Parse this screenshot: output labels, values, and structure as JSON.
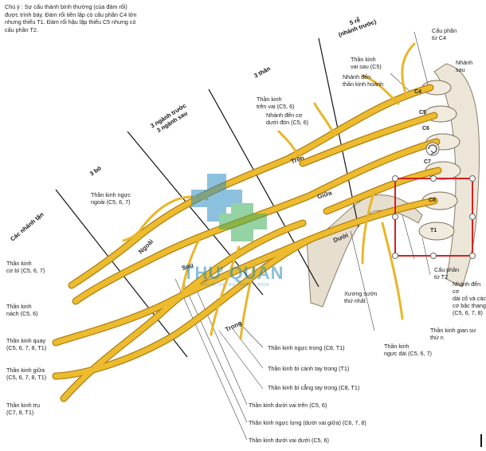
{
  "note": "Chú ý : Sự cấu thành bình thường (của đám rối) được trình bày. Đám rối tiền lập có cấu phần C4 lớn nhưng thiếu T1. Đám rối hậu lập thiếu C5 nhưng có cấu phần T2.",
  "sections": {
    "cac_nhanh_tan": "Các nhánh tận",
    "ba_bo": "3 bó",
    "nganh": "3 ngành trước\n3 ngành sau",
    "ba_than": "3 thân",
    "nam_re": "5 rễ\n(nhánh trước)"
  },
  "vertebrae": [
    "C4",
    "C5",
    "C6",
    "C7",
    "C8",
    "T1"
  ],
  "trunks": {
    "tren": "Trên",
    "giua": "Giữa",
    "duoi": "Dưới"
  },
  "cords": {
    "ngoai": "Ngoài",
    "sau": "Sau",
    "trong": "Trong"
  },
  "labels": {
    "cau_phan_c4": "Cấu phần\ntừ C4",
    "nhanh_sau": "Nhánh\nsau",
    "vai_sau": "Thần kinh\nvai sau (C5)",
    "nhanh_hoanh": "Nhánh đến\nthần kinh hoành",
    "tren_vai": "Thần kinh\ntrên vai (C5, 6)",
    "duoi_don": "Nhánh đến cơ\ndưới đòn (C5, 6)",
    "nguc_ngoai": "Thần kinh ngực\nngoài (C5, 6, 7)",
    "co_bi": "Thần kinh\ncơ bì (C5, 6, 7)",
    "nach": "Thần kinh\nnách (C5, 6)",
    "quay": "Thần kinh quay\n(C5, 6, 7, 8, T1)",
    "giua": "Thần kinh giữa\n(C5, 6, 7, 8, T1)",
    "tru": "Thần kinh trụ\n(C7, 8, T1)",
    "xuong_suon": "Xương sườn\nthứ nhất",
    "cau_phan_t2": "Cấu phần\ntừ T2",
    "nhanh_co_dai": "Nhánh đến cơ\ndài cổ và các\ncơ bậc thang\n(C5, 6, 7, 8)",
    "gian_suon": "Thần kinh gian sư\nthứ n",
    "nguc_dai": "Thần kinh\nngực dài (C5, 6, 7)",
    "nguc_trong": "Thần kinh ngực trong (C8, T1)",
    "bi_canh_tay": "Thần kinh bì cánh tay trong (T1)",
    "bi_cang_tay": "Thần kinh bì cẳng tay trong (C8, T1)",
    "duoi_vai_tren": "Thần kinh dưới vai trên (C5, 6)",
    "nguc_lung": "Thần kinh ngực lưng (dưới vai giữa) (C6, 7, 8)",
    "duoi_vai_duoi": "Thần kinh dưới vai dưới (C5, 6)"
  },
  "watermark": {
    "brand": "THƯ QUÁN",
    "sub": "KHO ÔN THI - HỌC THUẬT - Y KHOA"
  },
  "colors": {
    "nerve": "#e8b62a",
    "nerve_dark": "#a87a10",
    "bone": "#e9e2d2",
    "selection": "#d62020"
  }
}
